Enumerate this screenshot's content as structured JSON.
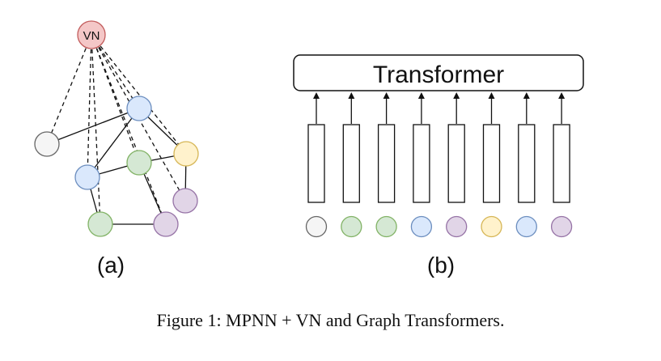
{
  "panel_a": {
    "label": "(a)",
    "vn_label": "VN",
    "colors": {
      "vn": "#f4c7c7",
      "vn_stroke": "#c25b5b",
      "gray": "#f5f5f5",
      "gray_stroke": "#666666",
      "blue": "#dae8fc",
      "blue_stroke": "#6c8ebf",
      "green": "#d5e8d4",
      "green_stroke": "#82b366",
      "yellow": "#fff2cc",
      "yellow_stroke": "#d6b656",
      "purple": "#e1d5e7",
      "purple_stroke": "#9673a6"
    }
  },
  "panel_b": {
    "label": "(b)",
    "transformer_label": "Transformer",
    "token_colors": [
      "gray",
      "green",
      "green",
      "blue",
      "purple",
      "yellow",
      "blue",
      "purple"
    ]
  },
  "caption": "Figure 1: MPNN + VN and Graph Transformers."
}
